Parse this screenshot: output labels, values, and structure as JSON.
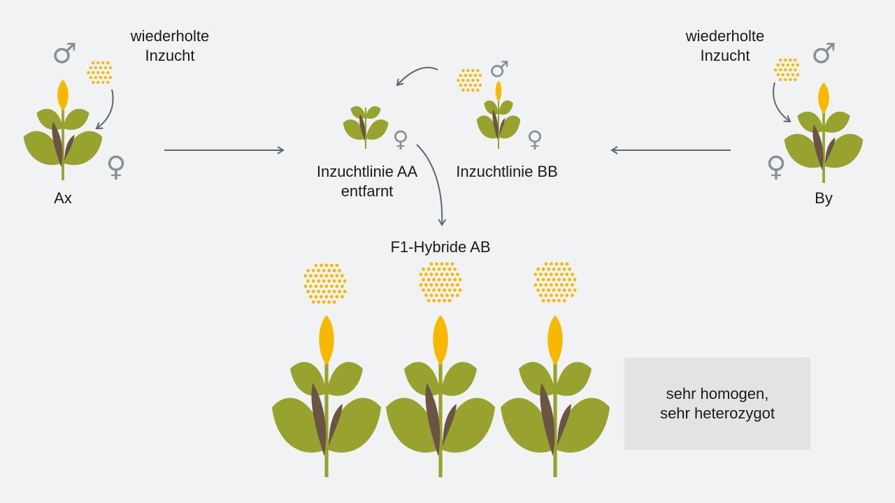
{
  "labels": {
    "left_process_line1": "wiederholte",
    "left_process_line2": "Inzucht",
    "right_process_line1": "wiederholte",
    "right_process_line2": "Inzucht",
    "parent_left": "Ax",
    "parent_right": "By",
    "inbred_aa_line1": "Inzuchtlinie AA",
    "inbred_aa_line2": "entfarnt",
    "inbred_bb": "Inzuchtlinie BB",
    "hybrid_title": "F1-Hybride AB"
  },
  "note": {
    "line1": "sehr homogen,",
    "line2": "sehr heterozygot"
  },
  "symbols": {
    "male": "♂",
    "female": "♀"
  },
  "colors": {
    "background": "#f1f2f4",
    "leaf_green": "#97a22f",
    "stem_green": "#97a22f",
    "leaf_brown": "#6b5443",
    "flower_yellow": "#f6b800",
    "pollen_yellow": "#f6b800",
    "arrow_gray": "#60666a",
    "symbol_gray": "#8a8f93",
    "note_bg": "#e1e3e5"
  }
}
